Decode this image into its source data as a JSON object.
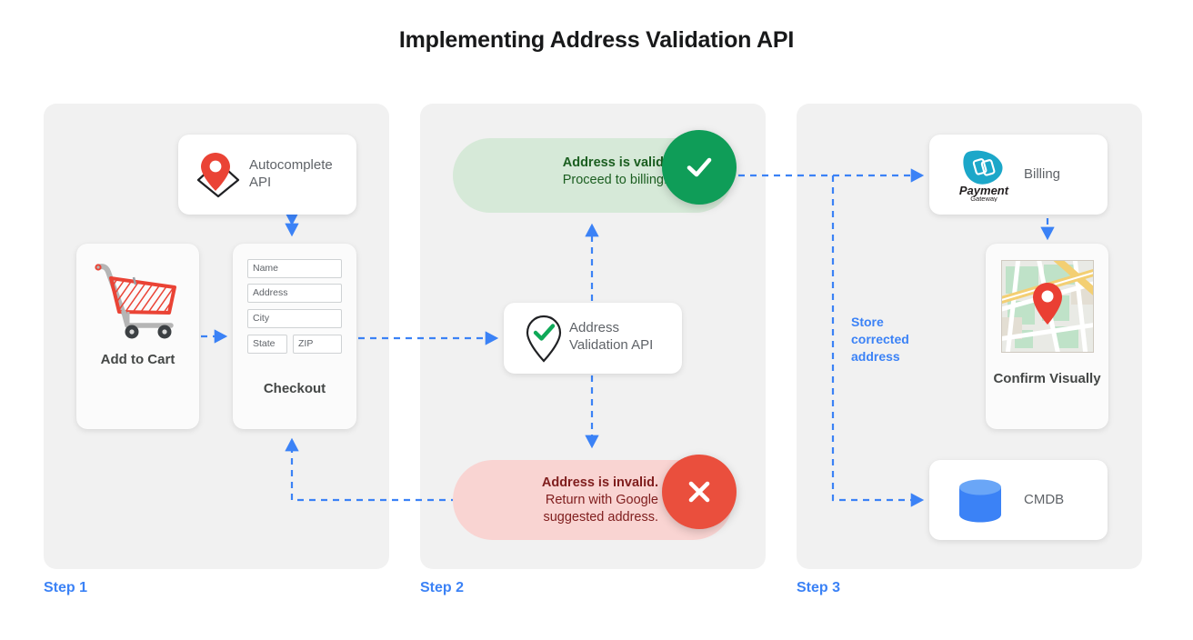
{
  "title": "Implementing Address Validation API",
  "accent": {
    "blue": "#3b82f6",
    "green": "#0f9d58",
    "red": "#ea4f3d",
    "panel_bg": "#f1f1f1",
    "valid_pill_bg": "#d6e9d8",
    "invalid_pill_bg": "#f9d4d2"
  },
  "steps": [
    {
      "label": "Step 1"
    },
    {
      "label": "Step 2"
    },
    {
      "label": "Step 3"
    }
  ],
  "step1": {
    "add_to_cart": {
      "caption": "Add to Cart",
      "icon": "shopping-cart-icon"
    },
    "checkout": {
      "caption": "Checkout",
      "fields": [
        {
          "name": "name",
          "placeholder": "Name"
        },
        {
          "name": "address",
          "placeholder": "Address"
        },
        {
          "name": "city",
          "placeholder": "City"
        },
        {
          "name": "state",
          "placeholder": "State"
        },
        {
          "name": "zip",
          "placeholder": "ZIP"
        }
      ]
    },
    "autocomplete": {
      "label": "Autocomplete API",
      "icon": "map-pin-diamond-icon"
    }
  },
  "step2": {
    "valid": {
      "headline": "Address is valid.",
      "subline": "Proceed to billing.",
      "badge_icon": "check-icon"
    },
    "invalid": {
      "headline": "Address is invalid.",
      "subline": "Return with Google",
      "subline2": "suggested address.",
      "badge_icon": "close-icon"
    },
    "validation_api": {
      "label": "Address Validation API",
      "icon": "pin-check-icon"
    }
  },
  "step3": {
    "billing": {
      "label": "Billing",
      "logo_name": "Payment",
      "logo_sub": "Gateway",
      "icon": "payment-gateway-logo"
    },
    "confirm": {
      "caption": "Confirm Visually",
      "icon": "map-thumbnail-icon"
    },
    "cmdb": {
      "label": "CMDB",
      "icon": "database-cylinder-icon"
    },
    "store_note": "Store corrected address"
  }
}
